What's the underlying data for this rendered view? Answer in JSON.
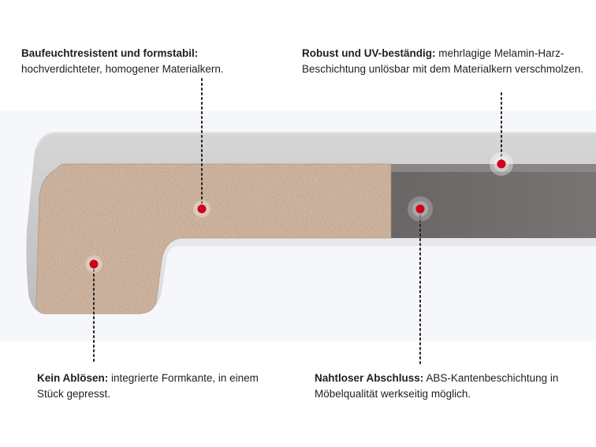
{
  "callouts": {
    "top_left": {
      "title": "Baufeuchtresistent und formstabil:",
      "text": "hochverdichteter, homogener Materialkern."
    },
    "top_right": {
      "title": "Robust und UV-beständig:",
      "text": "mehrlagige Melamin-Harz-Beschichtung unlösbar mit dem Materialkern verschmolzen."
    },
    "bottom_left": {
      "title": "Kein Ablösen:",
      "text": "integrierte Formkante, in einem Stück gepresst."
    },
    "bottom_right": {
      "title": "Nahtloser Abschluss:",
      "text": "ABS-Kantenbeschichtung in Möbelqualität werkseitig möglich."
    }
  },
  "colors": {
    "marker_red": "#d0021b",
    "coating_grey": "#c9c9c9",
    "edge_band": "#6f6b6b",
    "core_particle": "#c8ab93",
    "background_band": "#f6f7fb"
  }
}
